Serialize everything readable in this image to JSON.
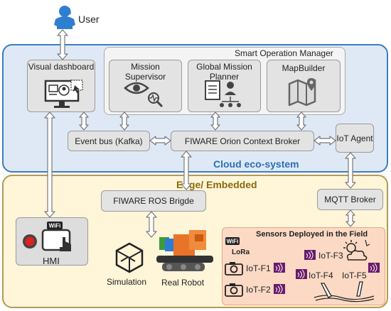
{
  "user": {
    "label": "User"
  },
  "cloud": {
    "title": "Cloud eco-system"
  },
  "edge": {
    "title": "Edge/ Embedded"
  },
  "som": {
    "title": "Smart Operation Manager"
  },
  "components": {
    "visual_dashboard": "Visual dashboard",
    "mission_supervisor": "Mission Supervisor",
    "global_mission_planner": "Global Mission Planner",
    "map_builder": "MapBuilder",
    "event_bus": "Event bus (Kafka)",
    "orion": "FIWARE Orion Context Broker",
    "iot_agent": "IoT Agent",
    "ros_bridge": "FIWARE ROS Brigde",
    "mqtt": "MQTT Broker"
  },
  "hmi": {
    "label": "HMI",
    "wifi": "WiFi"
  },
  "simulation": {
    "label": "Simulation"
  },
  "robot": {
    "label": "Real Robot"
  },
  "sensors": {
    "title": "Sensors Deployed in the Field",
    "wifi": "WiFi",
    "lora": "LoRa",
    "items": [
      "IoT-F1",
      "IoT-F2",
      "IoT-F3",
      "IoT-F4",
      "IoT-F5"
    ]
  },
  "colors": {
    "cloud": "#3f7cc0",
    "edge": "#b39a56",
    "arrow": "#777777",
    "user_icon": "#2f7fd0"
  }
}
